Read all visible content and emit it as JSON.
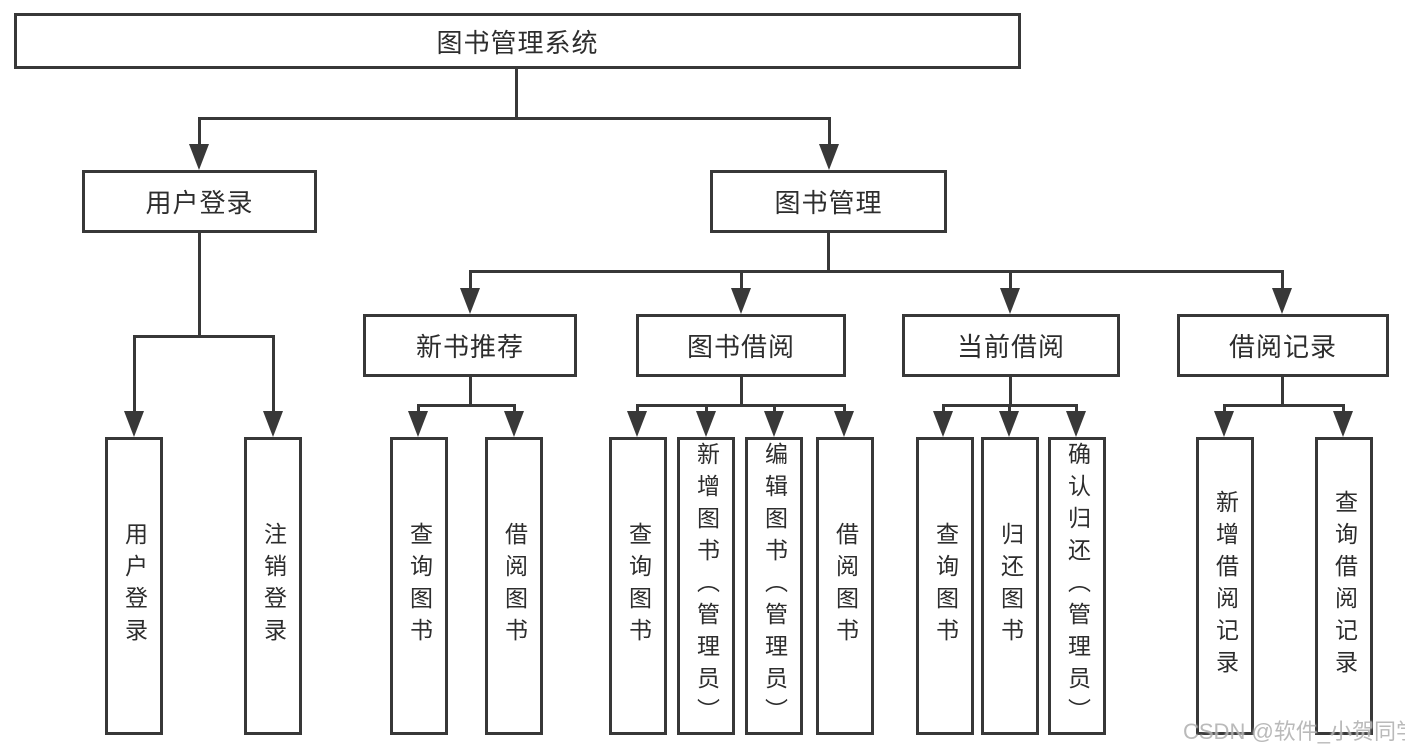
{
  "nodes": {
    "root": "图书管理系统",
    "user_login": "用户登录",
    "book_management": "图书管理",
    "new_book_recommend": "新书推荐",
    "book_borrow": "图书借阅",
    "current_borrow": "当前借阅",
    "borrow_record": "借阅记录",
    "ul_user_login": "用户登录",
    "ul_logout": "注销登录",
    "nb_query_book": "查询图书",
    "nb_borrow_book": "借阅图书",
    "bb_query_book": "查询图书",
    "bb_add_book": "新增图书（管理员）",
    "bb_edit_book": "编辑图书（管理员）",
    "bb_borrow_book": "借阅图书",
    "cb_query_book": "查询图书",
    "cb_return_book": "归还图书",
    "cb_confirm_return": "确认归还（管理员）",
    "br_add_record": "新增借阅记录",
    "br_query_record": "查询借阅记录"
  },
  "watermark": "CSDN @软件_小贺同学",
  "colors": {
    "line": "#383838",
    "box_border": "#383838",
    "text": "#2d2d2d",
    "background": "#ffffff",
    "watermark": "#b3b3b3"
  }
}
